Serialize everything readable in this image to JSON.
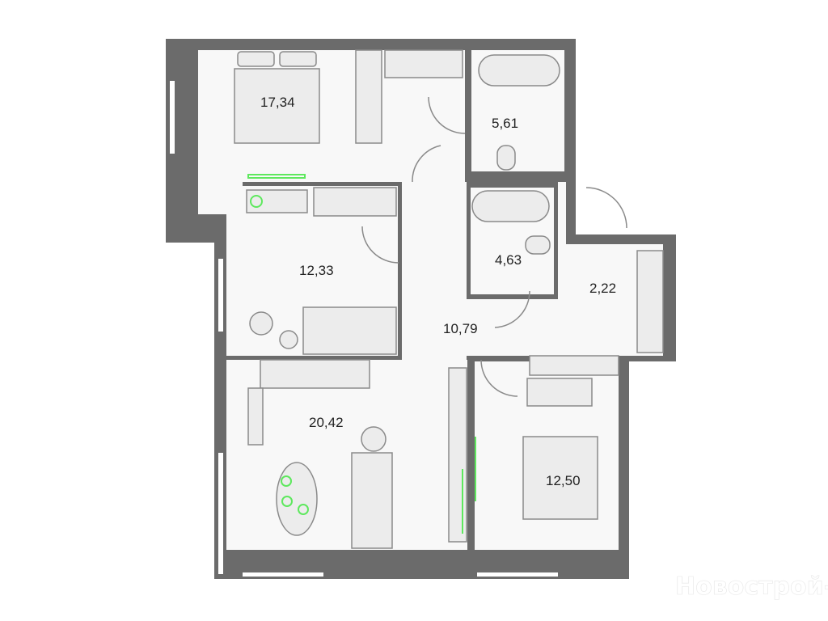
{
  "plan": {
    "rooms": [
      {
        "id": "bedroom-1",
        "area": "17,34"
      },
      {
        "id": "bathroom-1",
        "area": "5,61"
      },
      {
        "id": "bathroom-2",
        "area": "4,63"
      },
      {
        "id": "room-2",
        "area": "12,33"
      },
      {
        "id": "balcony",
        "area": "2,22"
      },
      {
        "id": "hallway",
        "area": "10,79"
      },
      {
        "id": "kitchen-living",
        "area": "20,42"
      },
      {
        "id": "bedroom-2",
        "area": "12,50"
      }
    ],
    "colors": {
      "wall": "#6b6b6b",
      "floor": "#f8f8f8",
      "accent": "#5ee85e"
    }
  },
  "watermark": "Новострой-М"
}
